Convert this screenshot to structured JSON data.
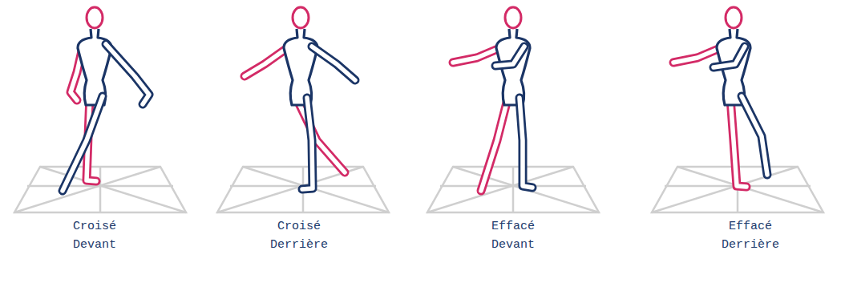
{
  "diagram": {
    "labels": [
      "Croisé Devant",
      "Croisé Derrière",
      "Effacé Devant",
      "Effacé Derrière"
    ]
  }
}
